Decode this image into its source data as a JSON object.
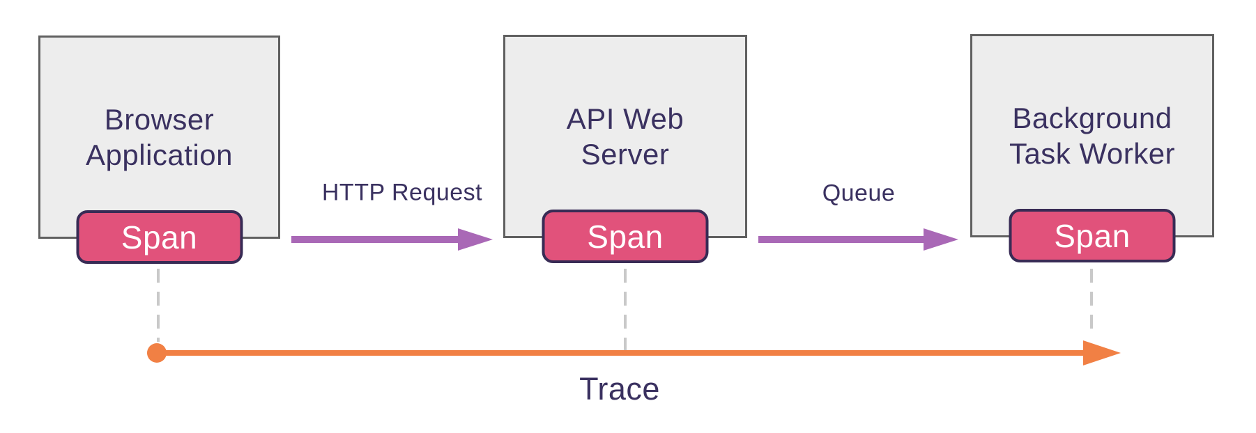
{
  "diagram": {
    "nodes": [
      {
        "label": "Browser\nApplication",
        "span_label": "Span"
      },
      {
        "label": "API Web\nServer",
        "span_label": "Span"
      },
      {
        "label": "Background\nTask Worker",
        "span_label": "Span"
      }
    ],
    "edges": [
      {
        "label": "HTTP Request"
      },
      {
        "label": "Queue"
      }
    ],
    "timeline": {
      "label": "Trace"
    },
    "colors": {
      "node_fill": "#ededed",
      "node_border": "#606060",
      "node_text": "#3a3160",
      "span_fill": "#e1527b",
      "span_border": "#382b55",
      "span_text": "#ffffff",
      "edge_arrow": "#a968b6",
      "trace_arrow": "#f18044",
      "dashed_line": "#c9c9c9",
      "page_bg": "#ffffff"
    }
  }
}
